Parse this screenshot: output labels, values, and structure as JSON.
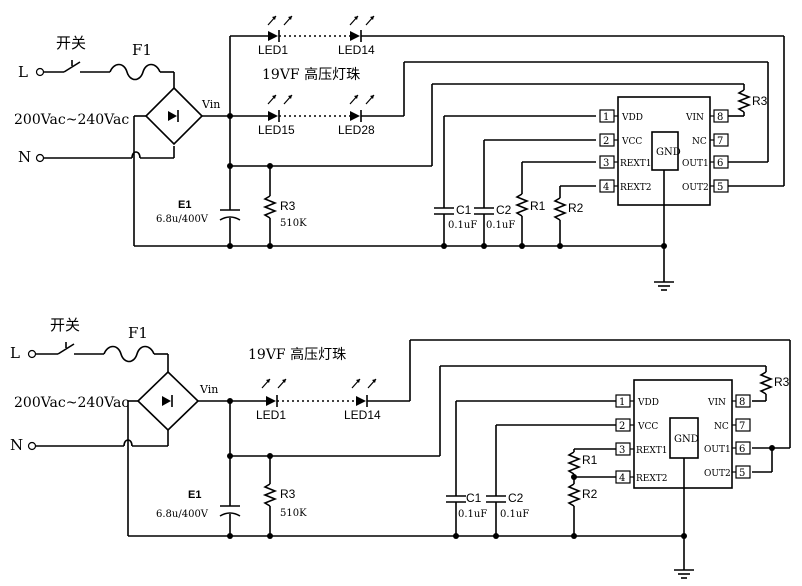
{
  "circuit1": {
    "switch_label": "开关",
    "fuse_label": "F1",
    "terminal_l": "L",
    "terminal_n": "N",
    "voltage_label": "200Vac~240Vac",
    "vin_label": "Vin",
    "led_labels": [
      "LED1",
      "LED14",
      "LED15",
      "LED28"
    ],
    "led_string_label": "19VF 高压灯珠",
    "cap_e1_name": "E1",
    "cap_e1_value": "6.8u/400V",
    "r3_left_name": "R3",
    "r3_left_value": "510K",
    "c1_name": "C1",
    "c1_value": "0.1uF",
    "c2_name": "C2",
    "c2_value": "0.1uF",
    "r1_name": "R1",
    "r2_name": "R2",
    "r3_right_name": "R3",
    "ic_pins_left": [
      {
        "num": "1",
        "name": "VDD"
      },
      {
        "num": "2",
        "name": "VCC"
      },
      {
        "num": "3",
        "name": "REXT1"
      },
      {
        "num": "4",
        "name": "REXT2"
      }
    ],
    "ic_pins_right": [
      {
        "num": "8",
        "name": "VIN"
      },
      {
        "num": "7",
        "name": "NC"
      },
      {
        "num": "6",
        "name": "OUT1"
      },
      {
        "num": "5",
        "name": "OUT2"
      }
    ],
    "ic_gnd": "GND"
  },
  "circuit2": {
    "switch_label": "开关",
    "fuse_label": "F1",
    "terminal_l": "L",
    "terminal_n": "N",
    "voltage_label": "200Vac~240Vac",
    "vin_label": "Vin",
    "led_labels": [
      "LED1",
      "LED14"
    ],
    "led_string_label": "19VF 高压灯珠",
    "cap_e1_name": "E1",
    "cap_e1_value": "6.8u/400V",
    "r3_left_name": "R3",
    "r3_left_value": "510K",
    "c1_name": "C1",
    "c1_value": "0.1uF",
    "c2_name": "C2",
    "c2_value": "0.1uF",
    "r1_name": "R1",
    "r2_name": "R2",
    "r3_right_name": "R3",
    "ic_pins_left": [
      {
        "num": "1",
        "name": "VDD"
      },
      {
        "num": "2",
        "name": "VCC"
      },
      {
        "num": "3",
        "name": "REXT1"
      },
      {
        "num": "4",
        "name": "REXT2"
      }
    ],
    "ic_pins_right": [
      {
        "num": "8",
        "name": "VIN"
      },
      {
        "num": "7",
        "name": "NC"
      },
      {
        "num": "6",
        "name": "OUT1"
      },
      {
        "num": "5",
        "name": "OUT2"
      }
    ],
    "ic_gnd": "GND"
  }
}
